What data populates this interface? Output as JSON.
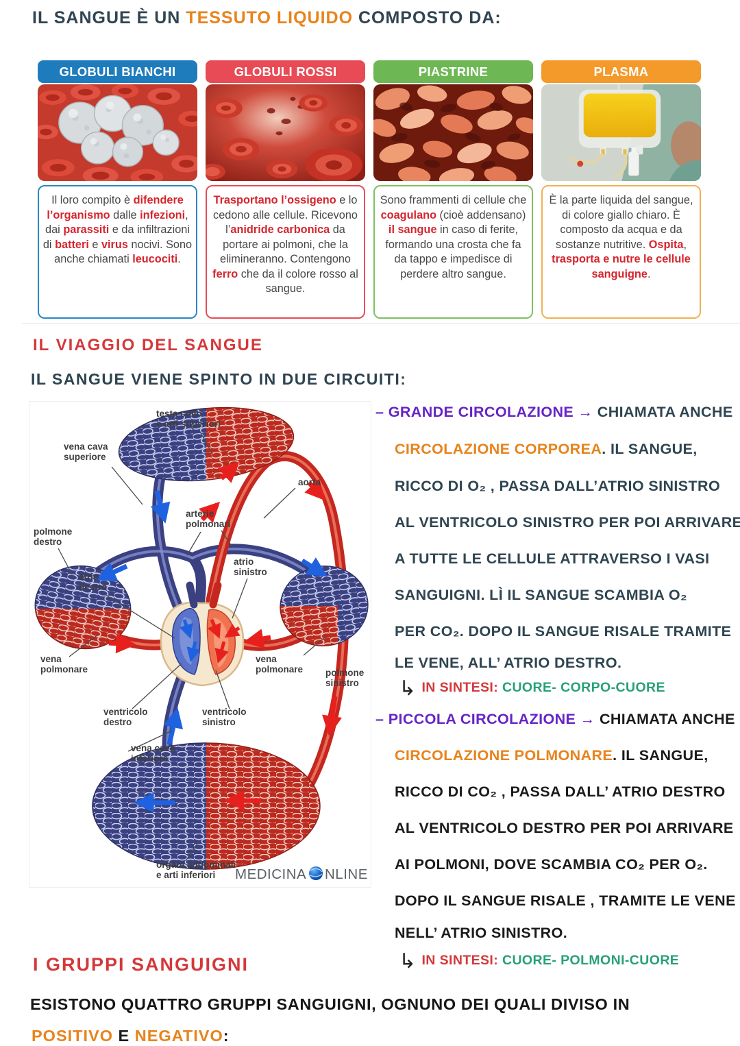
{
  "title": {
    "segments": [
      {
        "t": "IL SANGUE È UN ",
        "c": "dark"
      },
      {
        "t": "TESSUTO LIQUIDO",
        "c": "orange"
      },
      {
        "t": " COMPOSTO DA:",
        "c": "dark"
      }
    ]
  },
  "colors": {
    "card_blue": "#1e7cbc",
    "card_red": "#e84b56",
    "card_green": "#6db854",
    "card_orange": "#f39a2b",
    "highlight_red": "#d6252e",
    "hand_dark": "#2f4551",
    "hand_black": "#1b1b1b",
    "hand_red": "#d5383b",
    "hand_purple": "#6625c6",
    "hand_orange": "#e8831c",
    "hand_green": "#27a07a"
  },
  "cards": [
    {
      "title": "GLOBULI BIANCHI",
      "image": "white-blood-cells-photo",
      "body": [
        {
          "t": "Il loro compito è ",
          "c": "p"
        },
        {
          "t": "difendere l’organismo",
          "c": "r"
        },
        {
          "t": " dalle ",
          "c": "p"
        },
        {
          "t": "infezioni",
          "c": "r"
        },
        {
          "t": ", dai ",
          "c": "p"
        },
        {
          "t": "parassiti",
          "c": "r"
        },
        {
          "t": " e da infiltrazioni di ",
          "c": "p"
        },
        {
          "t": "batteri",
          "c": "r"
        },
        {
          "t": " e ",
          "c": "p"
        },
        {
          "t": "virus",
          "c": "r"
        },
        {
          "t": " nocivi. Sono anche chiamati ",
          "c": "p"
        },
        {
          "t": "leucociti",
          "c": "r"
        },
        {
          "t": ".",
          "c": "p"
        }
      ]
    },
    {
      "title": "GLOBULI ROSSI",
      "image": "red-blood-cells-photo",
      "body": [
        {
          "t": "Trasportano l’ossigeno",
          "c": "r"
        },
        {
          "t": " e lo cedono alle cellule. Ricevono l’",
          "c": "p"
        },
        {
          "t": "anidride carbonica",
          "c": "r"
        },
        {
          "t": " da portare ai polmoni, che la elimineranno. Contengono ",
          "c": "p"
        },
        {
          "t": "ferro",
          "c": "r"
        },
        {
          "t": " che da il colore rosso al sangue.",
          "c": "p"
        }
      ]
    },
    {
      "title": "PIASTRINE",
      "image": "platelets-photo",
      "body": [
        {
          "t": "Sono frammenti di cellule che ",
          "c": "p"
        },
        {
          "t": "coagulano",
          "c": "r"
        },
        {
          "t": " (cioè addensano) ",
          "c": "p"
        },
        {
          "t": "il sangue",
          "c": "r"
        },
        {
          "t": " in caso di ferite, formando una crosta che fa da tappo e impedisce di perdere altro sangue.",
          "c": "p"
        }
      ]
    },
    {
      "title": "PLASMA",
      "image": "plasma-bag-photo",
      "body": [
        {
          "t": "È la parte liquida del sangue, di colore giallo chiaro. È composto da acqua e da sostanze nutritive. ",
          "c": "p"
        },
        {
          "t": "Ospita",
          "c": "r"
        },
        {
          "t": ", ",
          "c": "p"
        },
        {
          "t": "trasporta e nutre le cellule sanguigne",
          "c": "r"
        },
        {
          "t": ".",
          "c": "p"
        }
      ]
    }
  ],
  "travel": {
    "heading": "IL VIAGGIO DEL SANGUE",
    "subheading": "IL SANGUE VIENE SPINTO IN DUE CIRCUITI:"
  },
  "diagram": {
    "labels": {
      "head": [
        "testa collo",
        "e arti superiori"
      ],
      "vena_cava_sup": [
        "vena cava",
        "superiore"
      ],
      "aorta": [
        "aorta"
      ],
      "arterie_polmonari": [
        "arterie",
        "polmonari"
      ],
      "polmone_destro": [
        "polmone",
        "destro"
      ],
      "atrio_destro": [
        "atrio",
        "destro"
      ],
      "atrio_sinistro": [
        "atrio",
        "sinistro"
      ],
      "vena_polmonare_sx": [
        "vena",
        "polmonare"
      ],
      "vena_polmonare_dx": [
        "vena",
        "polmonare"
      ],
      "polmone_sinistro": [
        "polmone",
        "sinistro"
      ],
      "ventricolo_destro": [
        "ventricolo",
        "destro"
      ],
      "ventricolo_sinistro": [
        "ventricolo",
        "sinistro"
      ],
      "vena_cava_inf": [
        "vena cava",
        "inferiore"
      ],
      "organi": [
        "organi addominali",
        "e arti inferiori"
      ],
      "watermark": [
        "MEDICINA",
        "NLINE"
      ]
    }
  },
  "notes": {
    "grande_lines": [
      [
        {
          "t": "– GRANDE CIRCOLAZIONE → ",
          "c": "purple"
        },
        {
          "t": "CHIAMATA ANCHE",
          "c": "dark"
        }
      ],
      [
        {
          "t": "CIRCOLAZIONE CORPOREA",
          "c": "orange"
        },
        {
          "t": ". IL SANGUE,",
          "c": "dark"
        }
      ],
      [
        {
          "t": "RICCO DI O₂ , PASSA DALL’ATRIO SINISTRO",
          "c": "dark"
        }
      ],
      [
        {
          "t": "AL VENTRICOLO SINISTRO PER POI ARRIVARE",
          "c": "dark"
        }
      ],
      [
        {
          "t": "A TUTTE LE CELLULE ATTRAVERSO I VASI",
          "c": "dark"
        }
      ],
      [
        {
          "t": "SANGUIGNI. LÌ IL SANGUE SCAMBIA O₂",
          "c": "dark"
        }
      ],
      [
        {
          "t": "PER CO₂. DOPO IL SANGUE RISALE TRAMITE",
          "c": "dark"
        }
      ],
      [
        {
          "t": "LE VENE, ALL’ ATRIO DESTRO.",
          "c": "dark"
        }
      ],
      [
        {
          "t": "↳ ",
          "c": "elbow"
        },
        {
          "t": "IN SINTESI: ",
          "c": "red"
        },
        {
          "t": "CUORE- CORPO-CUORE",
          "c": "green"
        }
      ]
    ],
    "piccola_lines": [
      [
        {
          "t": "– PICCOLA CIRCOLAZIONE → ",
          "c": "purple"
        },
        {
          "t": "CHIAMATA ANCHE",
          "c": "black"
        }
      ],
      [
        {
          "t": "CIRCOLAZIONE POLMONARE",
          "c": "orange"
        },
        {
          "t": ". IL SANGUE,",
          "c": "black"
        }
      ],
      [
        {
          "t": "RICCO DI CO₂ , PASSA DALL’ ATRIO DESTRO",
          "c": "black"
        }
      ],
      [
        {
          "t": "AL VENTRICOLO DESTRO PER POI ARRIVARE",
          "c": "black"
        }
      ],
      [
        {
          "t": "AI POLMONI, DOVE SCAMBIA CO₂ PER O₂.",
          "c": "black"
        }
      ],
      [
        {
          "t": "DOPO IL SANGUE RISALE , TRAMITE LE VENE",
          "c": "black"
        }
      ],
      [
        {
          "t": "NELL’ ATRIO SINISTRO.",
          "c": "black"
        }
      ],
      [
        {
          "t": "↳ ",
          "c": "elbow"
        },
        {
          "t": "IN SINTESI: ",
          "c": "red"
        },
        {
          "t": "CUORE- POLMONI-CUORE",
          "c": "green"
        }
      ]
    ]
  },
  "groups": {
    "heading": "I GRUPPI SANGUIGNI",
    "line1": "ESISTONO QUATTRO GRUPPI SANGUIGNI, OGNUNO DEI QUALI DIVISO IN",
    "line2": [
      {
        "t": "POSITIVO",
        "c": "orange"
      },
      {
        "t": " E ",
        "c": "black"
      },
      {
        "t": "NEGATIVO",
        "c": "orange"
      },
      {
        "t": ":",
        "c": "black"
      }
    ]
  }
}
